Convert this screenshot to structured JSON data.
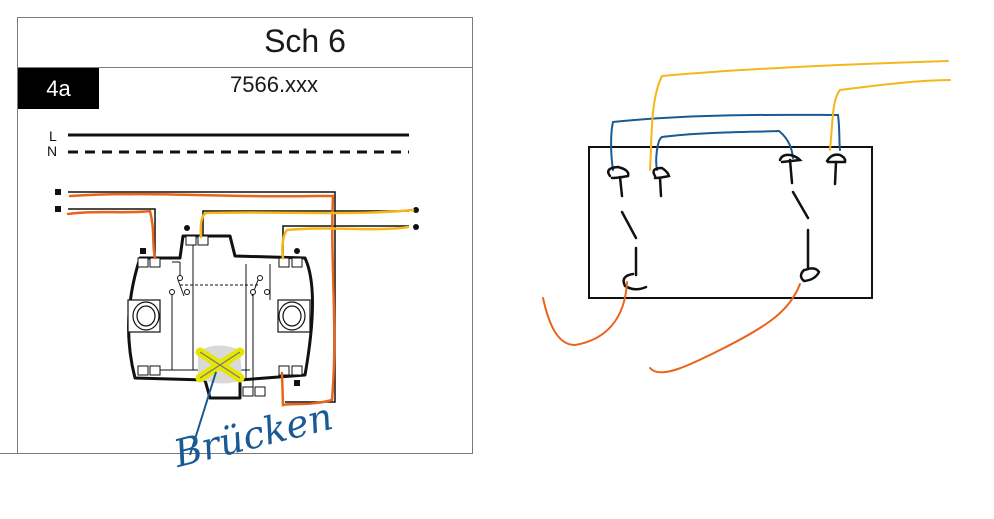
{
  "document": {
    "title": "Sch 6",
    "badge": "4a",
    "article_code": "7566.xxx"
  },
  "wiring_diagram": {
    "line_labels": {
      "phase": "L",
      "neutral": "N"
    },
    "annotation": "Brücken",
    "wire_colors": {
      "orange": "#e8641b",
      "yellow": "#f6b61a",
      "blue": "#1a5a94",
      "highlight": "#e6e600",
      "black": "#111111"
    }
  },
  "sketch": {
    "description": "Hand-drawn switch box with two changeover switches",
    "terminals_top": 4,
    "terminals_bottom": 2
  }
}
